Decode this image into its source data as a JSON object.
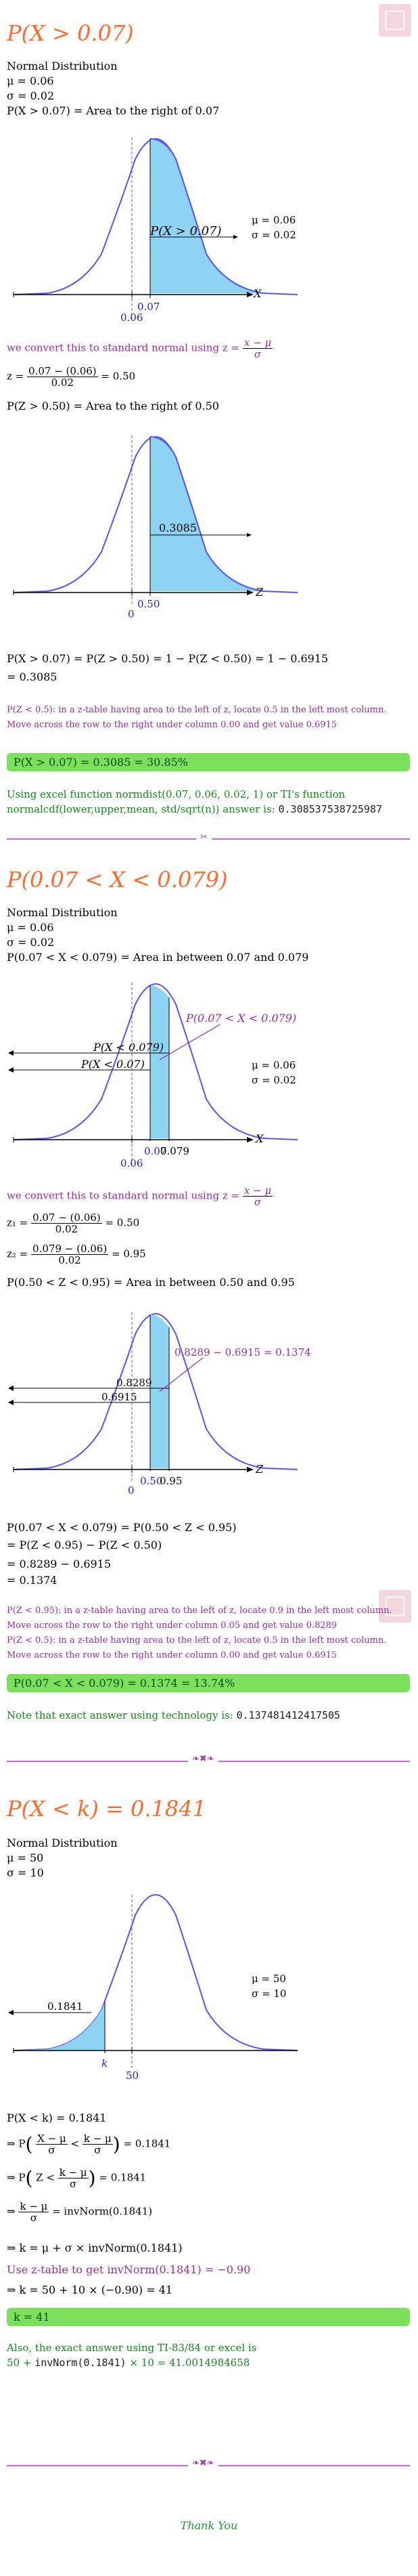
{
  "sections": [
    {
      "title": "P(X > 0.07)",
      "dist": "Normal Distribution",
      "mu": "μ = 0.06",
      "sigma": "σ = 0.02",
      "area_stmt": "P(X > 0.07) = Area to the right of 0.07",
      "graph1": {
        "label": "P(X > 0.07)",
        "mu": "μ = 0.06",
        "sigma": "σ = 0.02",
        "tick1": "0.07",
        "tick2": "0.06",
        "axis": "X"
      },
      "convert": "we convert this to standard normal using z =",
      "z_formula": {
        "num": "x − μ",
        "den": "σ"
      },
      "z_line": {
        "lhs": "z =",
        "num": "0.07 − (0.06)",
        "den": "0.02",
        "rhs": "= 0.50"
      },
      "area_z": "P(Z > 0.50) = Area to the right of 0.50",
      "graph2": {
        "label": "0.3085",
        "tick1": "0.50",
        "tick2": "0",
        "axis": "Z"
      },
      "calc1": "P(X > 0.07) = P(Z > 0.50) = 1 − P(Z < 0.50) = 1 − 0.6915",
      "calc2": "= 0.3085",
      "note": "P(Z < 0.5): in a z-table having area to the left of z, locate 0.5 in the left most column. Move across the row to the right under column 0.00 and get value 0.6915",
      "answer": "P(X > 0.07) = 0.3085 = 30.85%",
      "excel": "Using excel function normdist(0.07, 0.06, 0.02, 1) or TI's function normalcdf(lower,upper,mean, std/sqrt(n)) answer is:",
      "excel_val": "0.308537538725987"
    },
    {
      "title": "P(0.07 < X < 0.079)",
      "dist": "Normal Distribution",
      "mu": "μ = 0.06",
      "sigma": "σ = 0.02",
      "area_stmt": "P(0.07 < X < 0.079) = Area in between 0.07 and 0.079",
      "graph1": {
        "label_top": "P(0.07 < X < 0.079)",
        "label_a": "P(X < 0.079)",
        "label_b": "P(X < 0.07)",
        "mu": "μ = 0.06",
        "sigma": "σ = 0.02",
        "tick1": "0.07",
        "tick2": "0.079",
        "tick3": "0.06",
        "axis": "X"
      },
      "convert": "we convert this to standard normal using z =",
      "z1": {
        "lhs": "z₁ =",
        "num": "0.07 − (0.06)",
        "den": "0.02",
        "rhs": "= 0.50"
      },
      "z2": {
        "lhs": "z₂ =",
        "num": "0.079 − (0.06)",
        "den": "0.02",
        "rhs": "= 0.95"
      },
      "area_z": "P(0.50 < Z < 0.95) = Area in between 0.50 and 0.95",
      "graph2": {
        "label_top": "0.8289 − 0.6915 = 0.1374",
        "label_a": "0.8289",
        "label_b": "0.6915",
        "tick1": "0.50",
        "tick2": "0.95",
        "tick3": "0",
        "axis": "Z"
      },
      "calc1": "P(0.07 < X < 0.079) = P(0.50 < Z < 0.95)",
      "calc2": "= P(Z < 0.95) − P(Z < 0.50)",
      "calc3": "= 0.8289 − 0.6915",
      "calc4": "= 0.1374",
      "note1": "P(Z < 0.95): in a z-table having area to the left of z, locate 0.9 in the left most column. Move across the row to the right under column 0.05 and get value 0.8289",
      "note2": "P(Z < 0.5): in a z-table having area to the left of z, locate 0.5 in the left most column. Move across the row to the right under column 0.00 and get value 0.6915",
      "answer": "P(0.07 < X < 0.079) = 0.1374 = 13.74%",
      "tech": "Note that exact answer using technology is:",
      "tech_val": "0.137481412417505"
    },
    {
      "title": "P(X < k) = 0.1841",
      "dist": "Normal Distribution",
      "mu": "μ = 50",
      "sigma": "σ = 10",
      "graph": {
        "label": "0.1841",
        "mu": "μ = 50",
        "sigma": "σ = 10",
        "tick1": "k",
        "tick2": "50"
      },
      "s1": "P(X < k) = 0.1841",
      "s2a": "⇒ P",
      "s2_frac1": {
        "num": "X − μ",
        "den": "σ"
      },
      "s2_mid": "<",
      "s2_frac2": {
        "num": "k − μ",
        "den": "σ"
      },
      "s2b": "= 0.1841",
      "s3a": "⇒ P",
      "s3_mid": "Z <",
      "s3_frac": {
        "num": "k − μ",
        "den": "σ"
      },
      "s3b": "= 0.1841",
      "s4a": "⇒",
      "s4_frac": {
        "num": "k − μ",
        "den": "σ"
      },
      "s4b": "= invNorm(0.1841)",
      "s5": "⇒ k = μ + σ × invNorm(0.1841)",
      "s6": "Use z-table to get invNorm(0.1841) = −0.90",
      "s7": "⇒ k = 50 + 10 × (−0.90) = 41",
      "answer": "k = 41",
      "excel1": "Also, the exact answer using TI-83/84 or excel is",
      "excel2a": "50 +",
      "excel2b": "invNorm(0.1841)",
      "excel2c": "× 10 = 41.0014984658"
    }
  ],
  "thank_you": "Thank You",
  "ornament1": "✂",
  "ornament2": "❧✖❧",
  "ornament3": "❧✖❧"
}
